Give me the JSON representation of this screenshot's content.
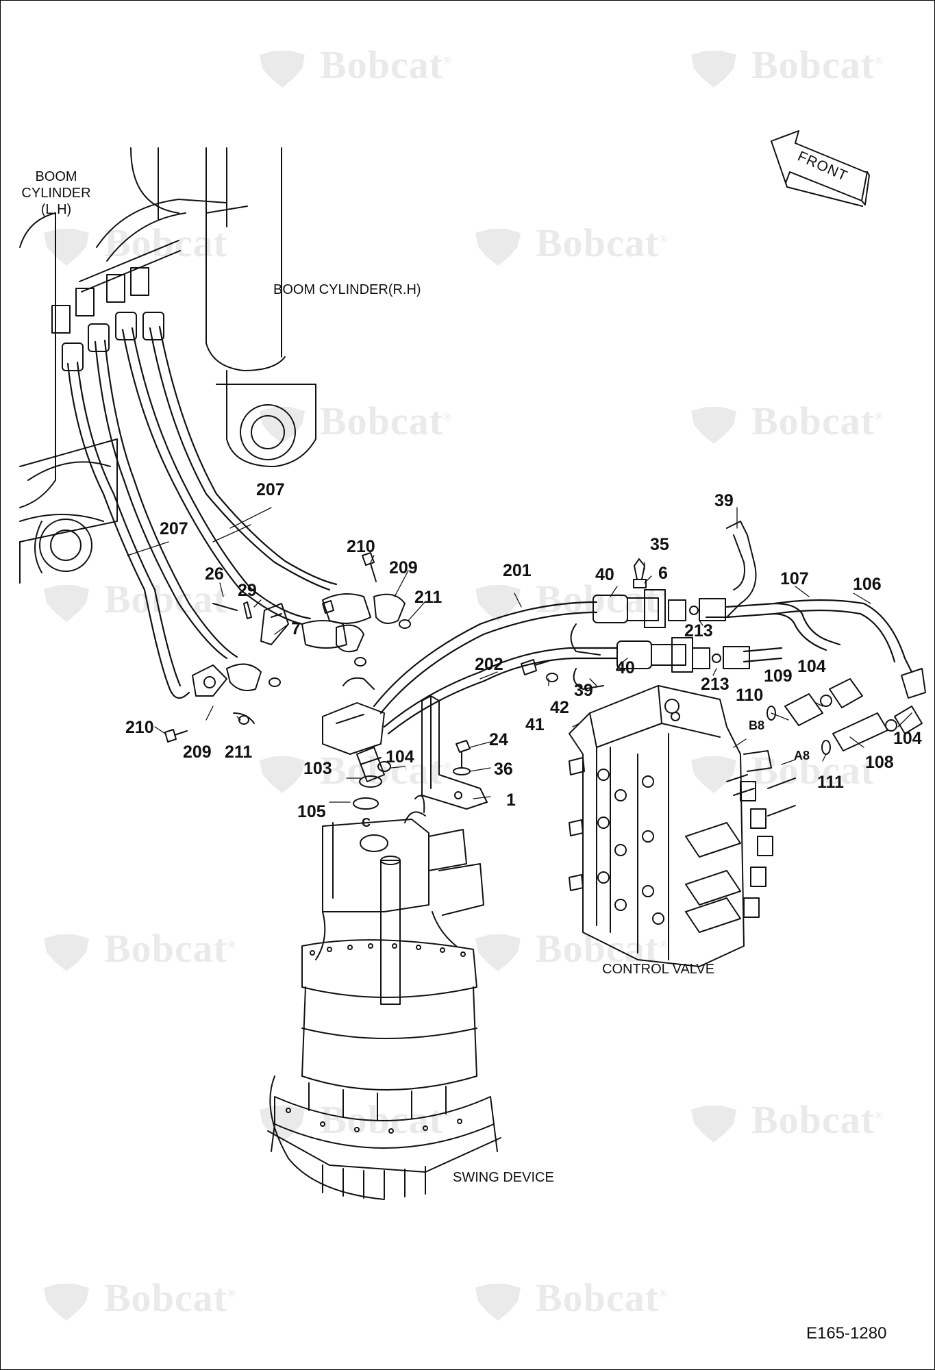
{
  "watermark": {
    "text": "Bobcat",
    "reg": "®",
    "color": "#eaeaea"
  },
  "labels": {
    "boom_lh": [
      "BOOM",
      "CYLINDER",
      "(L.H)"
    ],
    "boom_rh": "BOOM CYLINDER(R.H)",
    "control_valve": "CONTROL VALVE",
    "swing_device": "SWING DEVICE",
    "front": "FRONT",
    "drawing_code": "E165-1280"
  },
  "ports": {
    "b8": "B8",
    "a8": "A8",
    "c": "C"
  },
  "callouts": {
    "c207a": "207",
    "c207b": "207",
    "c39a": "39",
    "c35": "35",
    "c6": "6",
    "c40a": "40",
    "c201": "201",
    "c107": "107",
    "c106": "106",
    "c210a": "210",
    "c209a": "209",
    "c211a": "211",
    "c26": "26",
    "c29": "29",
    "c7": "7",
    "c213a": "213",
    "c213b": "213",
    "c104a": "104",
    "c109": "109",
    "c110": "110",
    "c202": "202",
    "c40b": "40",
    "c41": "41",
    "c42": "42",
    "c39b": "39",
    "c104b": "104",
    "c108": "108",
    "c111": "111",
    "c210b": "210",
    "c209b": "209",
    "c211b": "211",
    "c24": "24",
    "c36": "36",
    "c1": "1",
    "c103": "103",
    "c104c": "104",
    "c105": "105"
  },
  "icons": [
    "bobcat-logo-icon",
    "front-arrow-icon"
  ]
}
